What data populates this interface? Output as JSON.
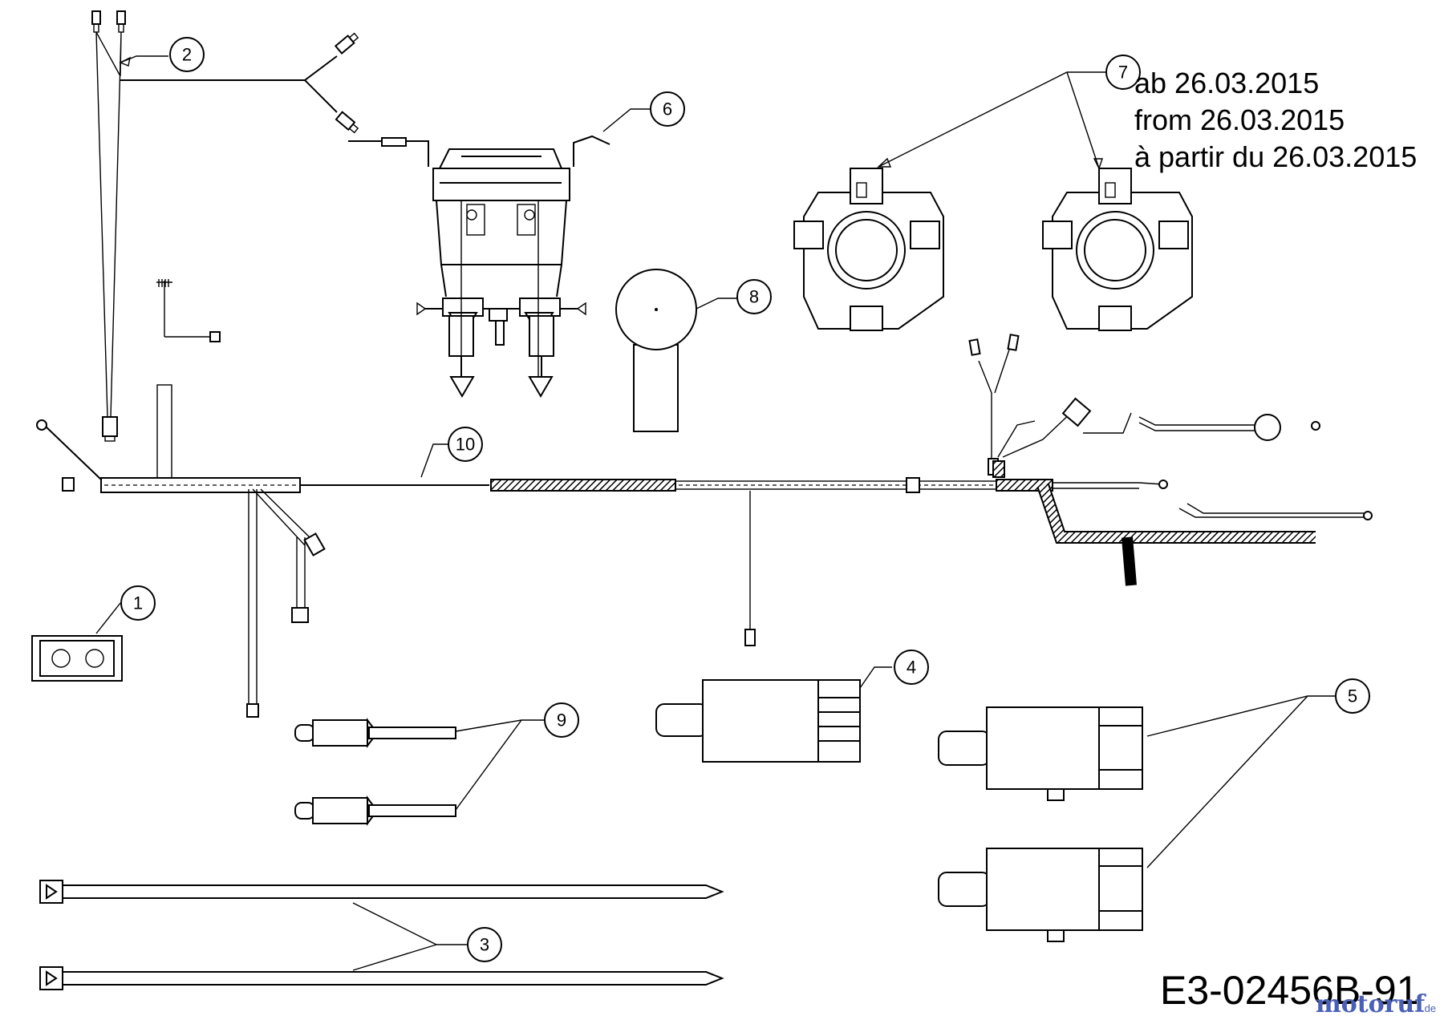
{
  "callouts": {
    "c1": "1",
    "c2": "2",
    "c3": "3",
    "c4": "4",
    "c5": "5",
    "c6": "6",
    "c7": "7",
    "c8": "8",
    "c9": "9",
    "c10": "10"
  },
  "date_note": {
    "line_de": "ab 26.03.2015",
    "line_en": "from 26.03.2015",
    "line_fr": "à partir du 26.03.2015"
  },
  "drawing_code": "E3-02456B-91",
  "watermark": {
    "name": "motoruf",
    "tld": ".de",
    "color": "#4a5fb8"
  }
}
